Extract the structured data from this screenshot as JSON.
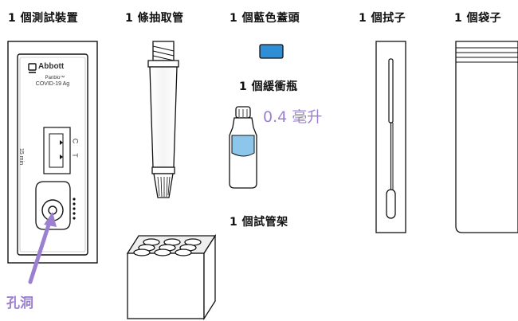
{
  "labels": {
    "test_device": "1 個測試裝置",
    "extraction_tube": "1 條抽取管",
    "blue_cap": "1 個藍色蓋頭",
    "buffer_bottle": "1 個緩衝瓶",
    "tube_rack": "1 個試管架",
    "swab": "1 個拭子",
    "bag": "1 個袋子"
  },
  "annotations": {
    "volume": "0.4 毫升",
    "hole": "孔洞"
  },
  "device": {
    "brand": "Abbott",
    "product_line1": "Panbio™",
    "product_line2": "COVID-19 Ag",
    "time": "15 min",
    "c_mark": "C",
    "t_mark": "T"
  },
  "colors": {
    "annotation": "#9b7fd0",
    "cap_blue": "#2f8fd6",
    "bottle_blue": "#8cc6ea",
    "rack_top": "#eeeeee"
  }
}
